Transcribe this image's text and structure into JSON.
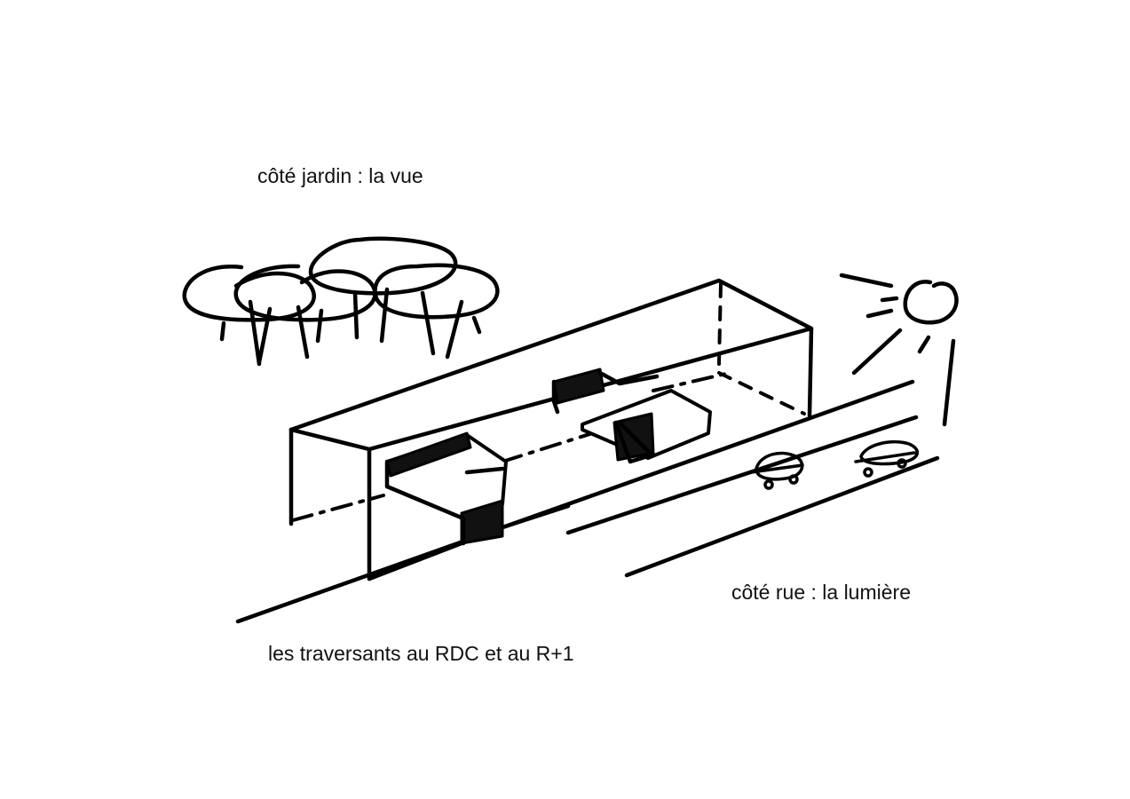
{
  "labels": {
    "garden_side": "côté jardin : la vue",
    "street_side": "côté rue : la lumière",
    "through_units": "les traversants au RDC et au R+1"
  },
  "colors": {
    "ink": "#000000",
    "background": "#ffffff"
  },
  "icons": [
    "tree-icon",
    "sun-icon",
    "car-icon"
  ]
}
